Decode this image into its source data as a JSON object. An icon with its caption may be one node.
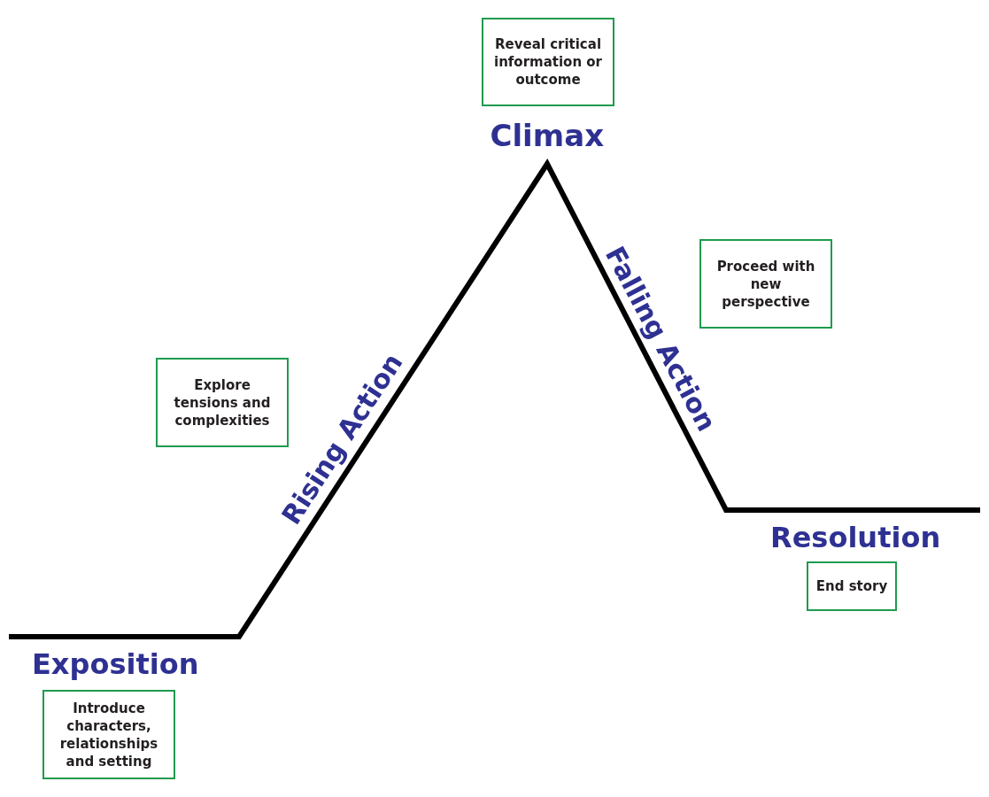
{
  "diagram": {
    "nodes": [
      {
        "text": [
          "Introduce characters, relationships and setting"
        ]
      },
      {
        "text": [
          "Explore tensions and complexities"
        ]
      },
      {
        "text": [
          "Reveal critical information or outcome"
        ]
      },
      {
        "text": [
          "Proceed with new perspective"
        ]
      },
      {
        "text": [
          "End story"
        ]
      }
    ],
    "labels": [
      "Exposition",
      "Rising Action",
      "Climax",
      "Falling Action",
      "Resolution"
    ]
  }
}
